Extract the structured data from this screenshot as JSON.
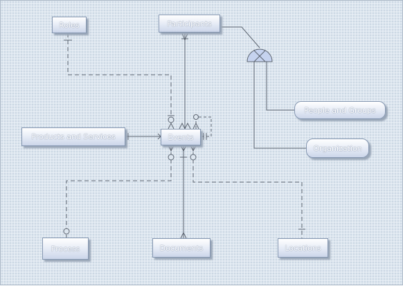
{
  "entities": {
    "roles": "Roles",
    "participants": "Participants",
    "people_and_groups": "People and Groups",
    "organization": "Organization",
    "products_and_services": "Products and Services",
    "events": "Events",
    "process": "Process",
    "documents": "Documents",
    "locations": "Locations"
  },
  "colors": {
    "line": "#5c6470",
    "entity_border": "#8496b0",
    "gate_fill": "#c6d3ef",
    "background": "#dde6ef"
  }
}
